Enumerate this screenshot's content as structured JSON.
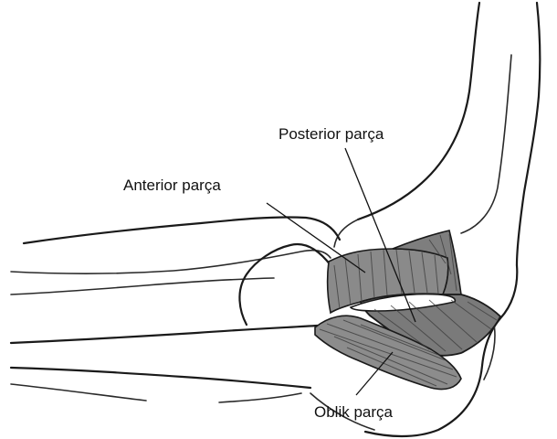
{
  "labels": {
    "posterior": "Posterior parça",
    "anterior": "Anterior parça",
    "oblique": "Oblik parça"
  },
  "colors": {
    "ligament_fill": "#8a8a8a",
    "outline": "#1a1a1a",
    "background": "#ffffff"
  }
}
